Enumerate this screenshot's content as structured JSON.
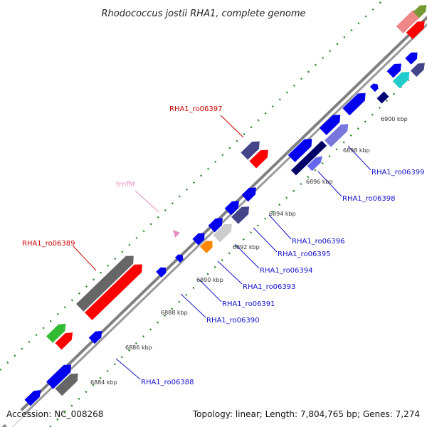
{
  "title": "Rhodococcus jostii RHA1, complete genome",
  "footer": {
    "accession": "Accession: NC_008268",
    "topology": "Topology: linear; Length: 7,804,765 bp; Genes: 7,274"
  },
  "colors": {
    "backbone": "#7a7a7a",
    "tick_mark": "#2e8b2e",
    "label_blue": "#1111cc",
    "label_red": "#cc0000",
    "label_pink": "#e58fc0"
  },
  "ticks": [
    "6884 kbp",
    "6886 kbp",
    "6888 kbp",
    "6890 kbp",
    "6892 kbp",
    "6894 kbp",
    "6896 kbp",
    "6898 kbp",
    "6900 kbp"
  ],
  "labels": [
    {
      "text": "RHA1_ro06388",
      "color": "blue"
    },
    {
      "text": "RHA1_ro06389",
      "color": "red"
    },
    {
      "text": "RHA1_ro06390",
      "color": "blue"
    },
    {
      "text": "RHA1_ro06391",
      "color": "blue"
    },
    {
      "text": "RHA1_ro06393",
      "color": "blue"
    },
    {
      "text": "RHA1_ro06394",
      "color": "blue"
    },
    {
      "text": "RHA1_ro06395",
      "color": "blue"
    },
    {
      "text": "RHA1_ro06396",
      "color": "blue"
    },
    {
      "text": "trnfM",
      "color": "pink"
    },
    {
      "text": "RHA1_ro06397",
      "color": "red"
    },
    {
      "text": "RHA1_ro06398",
      "color": "blue"
    },
    {
      "text": "RHA1_ro06399",
      "color": "blue"
    }
  ]
}
